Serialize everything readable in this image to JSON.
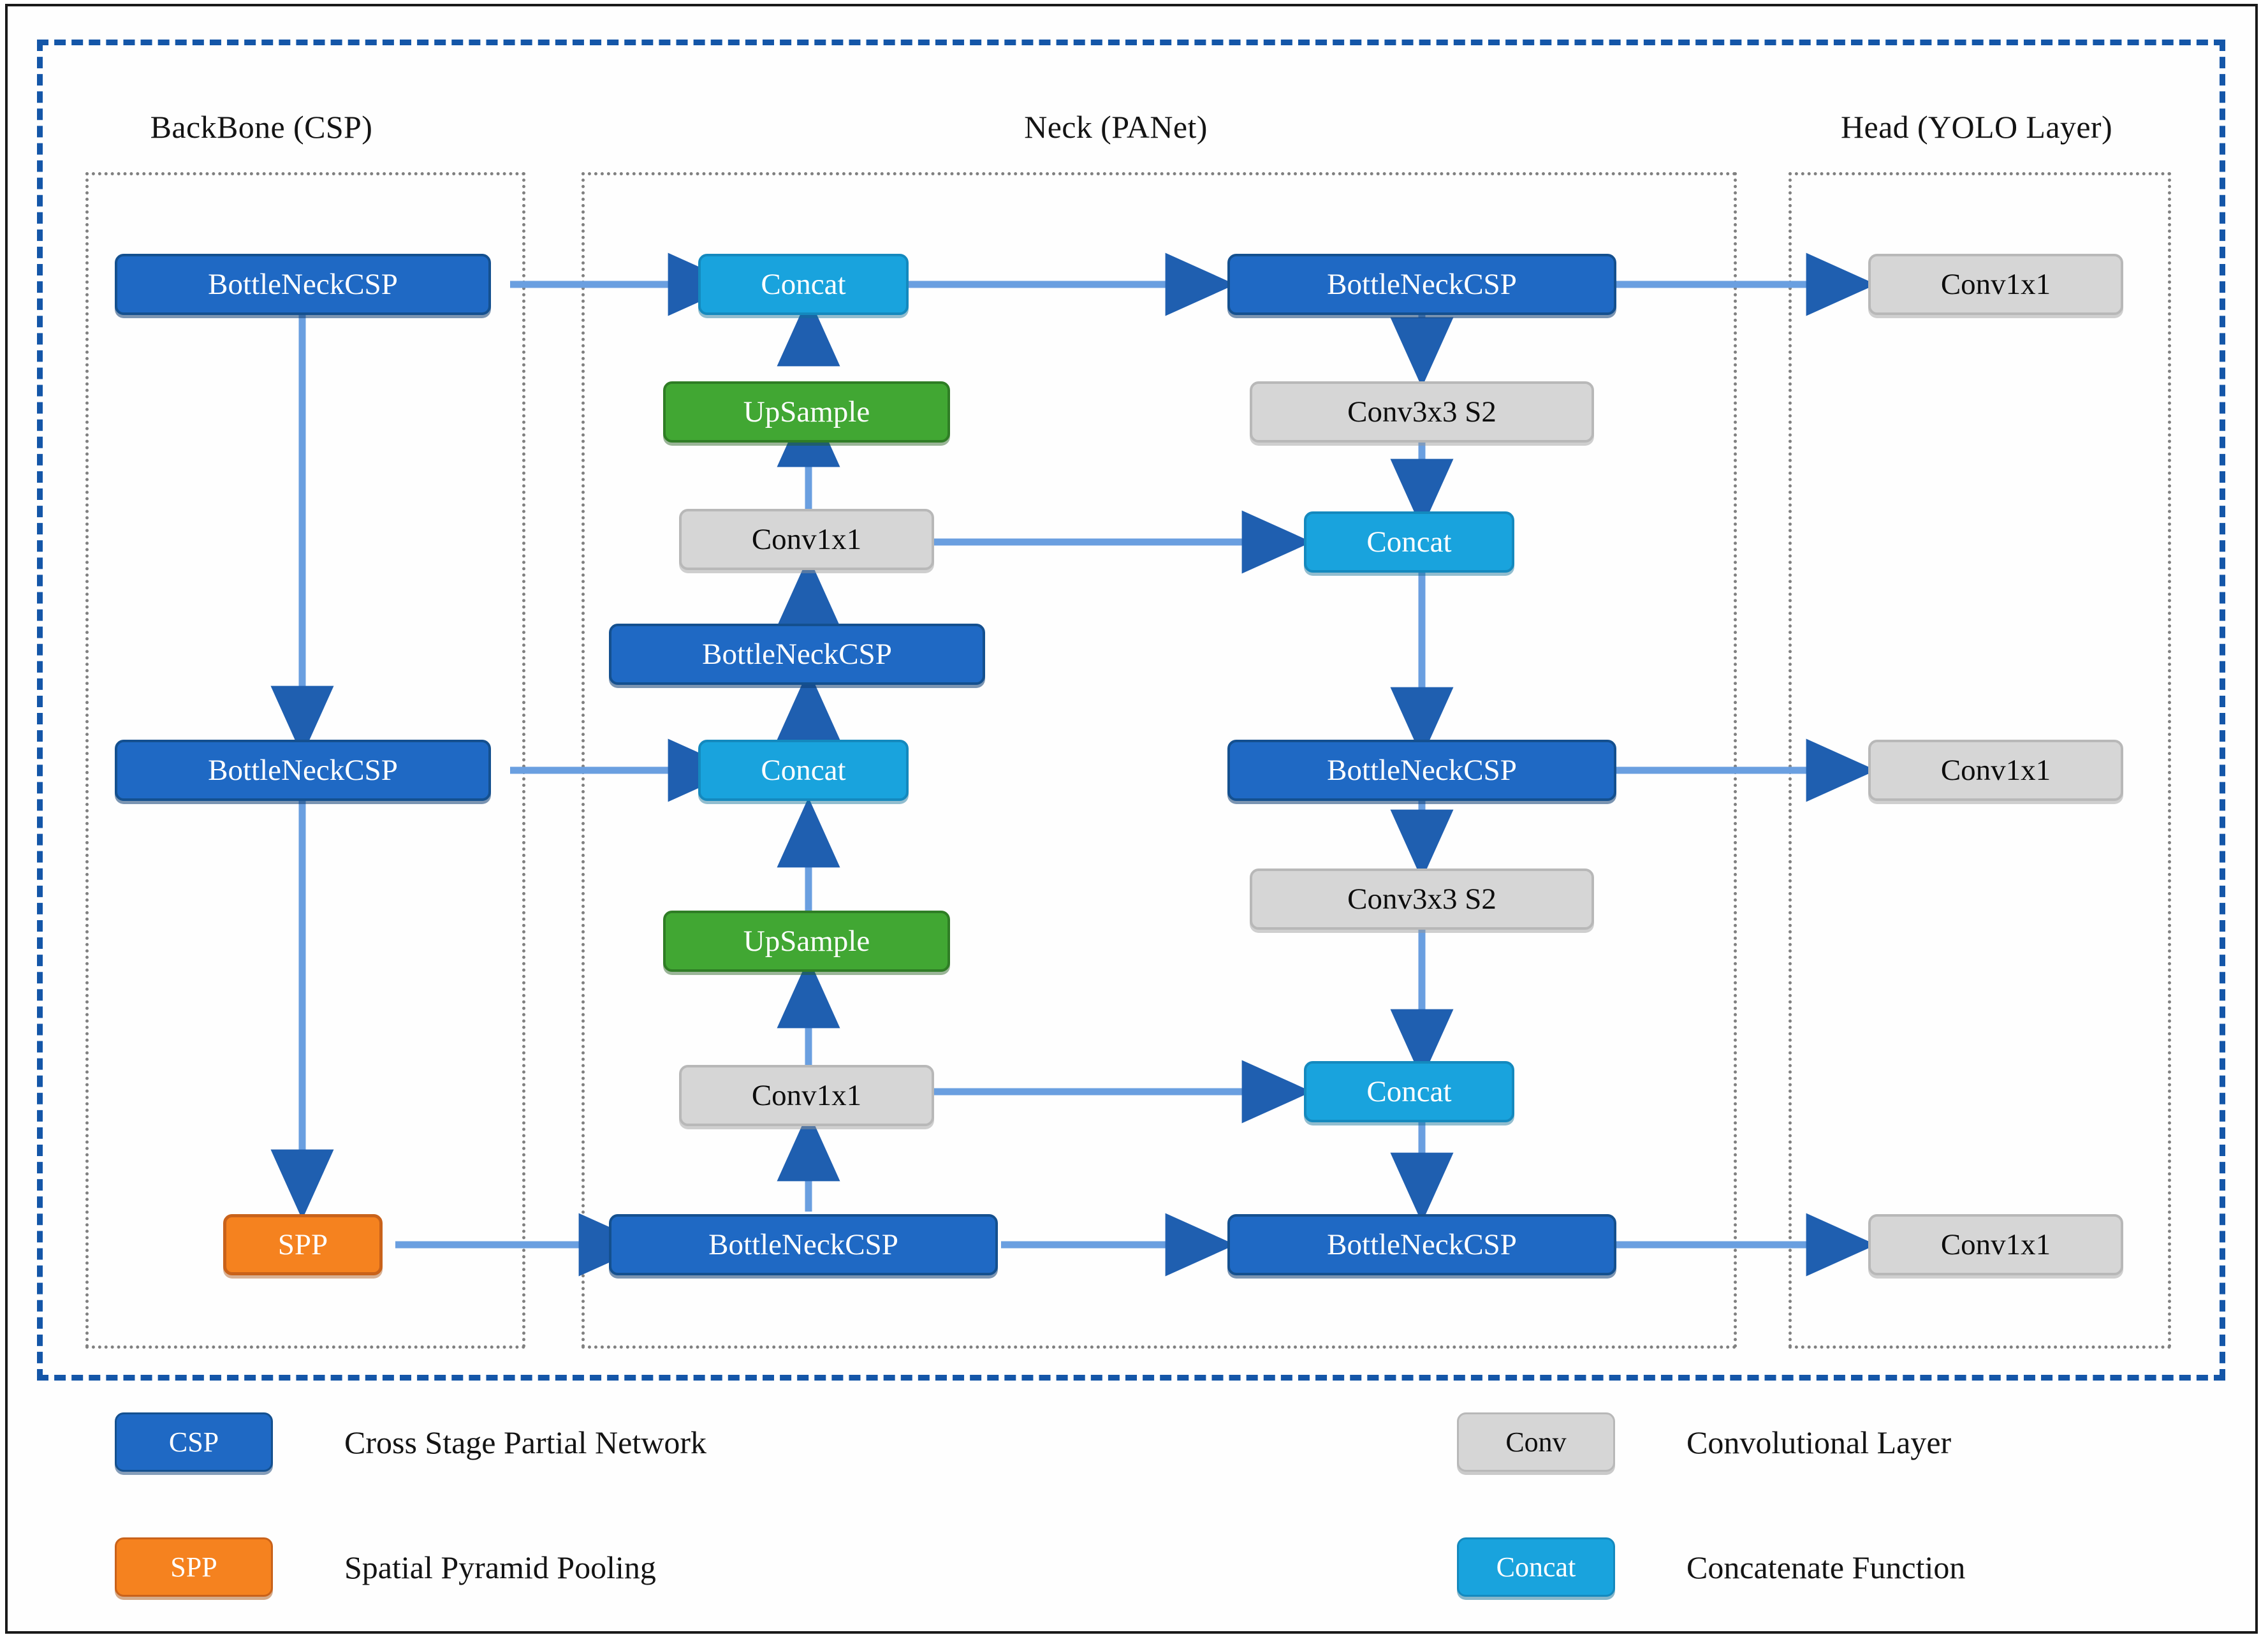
{
  "figure": {
    "sections": [
      {
        "id": "backbone",
        "title": "BackBone (CSP)"
      },
      {
        "id": "neck",
        "title": "Neck (PANet)"
      },
      {
        "id": "head",
        "title": "Head (YOLO Layer)"
      }
    ]
  },
  "nodes": {
    "backbone": [
      {
        "id": "bb-csp-1",
        "label": "BottleNeckCSP",
        "kind": "csp"
      },
      {
        "id": "bb-csp-2",
        "label": "BottleNeckCSP",
        "kind": "csp"
      },
      {
        "id": "bb-spp",
        "label": "SPP",
        "kind": "spp"
      }
    ],
    "neck_left": [
      {
        "id": "nk-concat-1",
        "label": "Concat",
        "kind": "concat"
      },
      {
        "id": "nk-up-1",
        "label": "UpSample",
        "kind": "upsample"
      },
      {
        "id": "nk-conv-1",
        "label": "Conv1x1",
        "kind": "conv"
      },
      {
        "id": "nk-csp-1",
        "label": "BottleNeckCSP",
        "kind": "csp"
      },
      {
        "id": "nk-concat-2",
        "label": "Concat",
        "kind": "concat"
      },
      {
        "id": "nk-up-2",
        "label": "UpSample",
        "kind": "upsample"
      },
      {
        "id": "nk-conv-2",
        "label": "Conv1x1",
        "kind": "conv"
      },
      {
        "id": "nk-csp-2",
        "label": "BottleNeckCSP",
        "kind": "csp"
      }
    ],
    "neck_right": [
      {
        "id": "nr-csp-1",
        "label": "BottleNeckCSP",
        "kind": "csp"
      },
      {
        "id": "nr-conv-1",
        "label": "Conv3x3 S2",
        "kind": "conv"
      },
      {
        "id": "nr-concat-1",
        "label": "Concat",
        "kind": "concat"
      },
      {
        "id": "nr-csp-2",
        "label": "BottleNeckCSP",
        "kind": "csp"
      },
      {
        "id": "nr-conv-2",
        "label": "Conv3x3 S2",
        "kind": "conv"
      },
      {
        "id": "nr-concat-2",
        "label": "Concat",
        "kind": "concat"
      },
      {
        "id": "nr-csp-3",
        "label": "BottleNeckCSP",
        "kind": "csp"
      }
    ],
    "head": [
      {
        "id": "hd-conv-1",
        "label": "Conv1x1",
        "kind": "conv"
      },
      {
        "id": "hd-conv-2",
        "label": "Conv1x1",
        "kind": "conv"
      },
      {
        "id": "hd-conv-3",
        "label": "Conv1x1",
        "kind": "conv"
      }
    ]
  },
  "legend": {
    "items": [
      {
        "chip": "CSP",
        "kind": "csp",
        "text": "Cross Stage Partial Network"
      },
      {
        "chip": "SPP",
        "kind": "spp",
        "text": "Spatial Pyramid Pooling"
      },
      {
        "chip": "Conv",
        "kind": "conv",
        "text": "Convolutional Layer"
      },
      {
        "chip": "Concat",
        "kind": "concat",
        "text": "Concatenate Function"
      }
    ]
  },
  "colors": {
    "csp": "#1f69c4",
    "spp": "#f5821f",
    "conv": "#d6d6d6",
    "concat": "#19a3dd",
    "upsample": "#41a733",
    "arrow_line": "#6a9fe0",
    "arrow_head": "#1f5fb0",
    "dashed_border": "#1456a8",
    "dotted_border": "#808080",
    "frame": "#1a1a1a"
  }
}
